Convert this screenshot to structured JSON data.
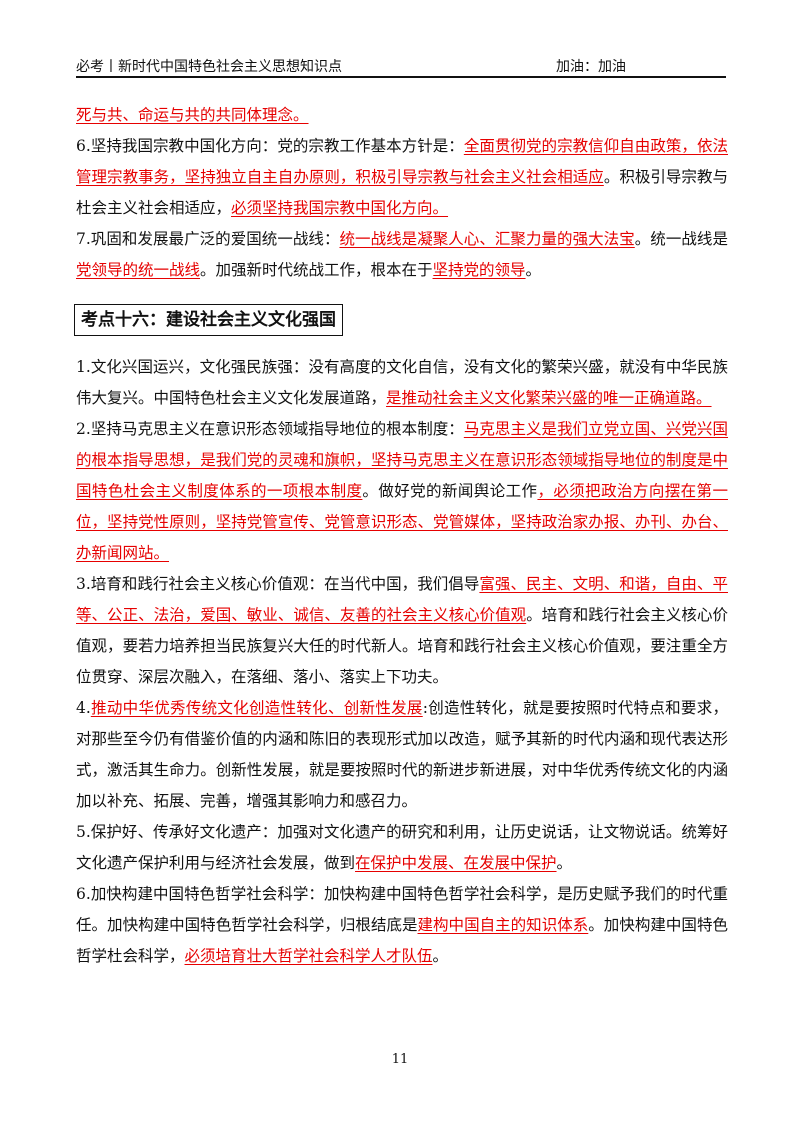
{
  "header": {
    "left": "必考丨新时代中国特色社会主义思想知识点",
    "right": "加油：加油"
  },
  "p0": {
    "h1": "死与共、命运与共的共同体理念。"
  },
  "p6": {
    "t1": "6.坚持我国宗教中国化方向：党的宗教工作基本方针是：",
    "h1": "全面贯彻党的宗教信仰自由政策，依法管理宗教事务，坚持独立自主自办原则，积极引导宗教与社会主义社会相适应",
    "t2": "。积极引导宗教与杜会主义社会相适应，",
    "h2": "必须坚持我国宗教中国化方向。"
  },
  "p7": {
    "t1": "7.巩固和发展最广泛的爱国统一战线：",
    "h1": "统一战线是凝聚人心、汇聚力量的强大法宝",
    "t2": "。统一战线是",
    "h2": "党领导的统一战线",
    "t3": "。加强新时代统战工作，根本在于",
    "h3": "坚持党的领导",
    "t4": "。"
  },
  "section": {
    "title": "考点十六：建设社会主义文化强国"
  },
  "s1": {
    "t1": "1.文化兴国运兴，文化强民族强：没有高度的文化自信，没有文化的繁荣兴盛，就没有中华民族伟大复兴。中国特色杜会主义文化发展道路，",
    "h1": "是推动社会主义文化繁荣兴盛的唯一正确道路。"
  },
  "s2": {
    "t1": "2.坚持马克思主义在意识形态领域指导地位的根本制度：",
    "h1": "马克思主义是我们立党立国、兴党兴国的根本指导思想，是我们党的灵魂和旗帜，坚持马克思主义在意识形态领域指导地位的制度是中国特色杜会主义制度体系的一项根本制度",
    "t2": "。做好党的新闻舆论工作",
    "h2": "，必须把政治方向摆在第一位，坚持党性原则，坚持党管宣传、党管意识形态、党管媒体，坚持政治家办报、办刊、办台、办新闻网站。"
  },
  "s3": {
    "t1": "3.培育和践行社会主义核心价值观：在当代中国，我们倡导",
    "h1": "富强、民主、文明、和谐，自由、平等、公正、法治，爱国、敏业、诚信、友善的社会主义核心价值观",
    "t2": "。培育和践行社会主义核心价值观，要若力培养担当民族复兴大任的时代新人。培育和践行社会主义核心价值观，要注重全方位贯穿、深层次融入，在落细、落小、落实上下功夫。"
  },
  "s4": {
    "t1": "4.",
    "h1": "推动中华优秀传统文化创造性转化、创新性发展",
    "t2": ":创造性转化，就是要按照时代特点和要求，对那些至今仍有借鉴价值的内涵和陈旧的表现形式加以改造，赋予其新的时代内涵和现代表达形式，激活其生命力。创新性发展，就是要按照时代的新进步新进展，对中华优秀传统文化的内涵加以补充、拓展、完善，增强其影响力和感召力。"
  },
  "s5": {
    "t1": "5.保护好、传承好文化遗产：加强对文化遗产的研究和利用，让历史说话，让文物说话。统筹好文化遗产保护利用与经济社会发展，做到",
    "h1": "在保护中发展、在发展中保护",
    "t2": "。"
  },
  "s6": {
    "t1": "6.加快构建中国特色哲学社会科学：加快构建中国特色哲学社会科学，是历史赋予我们的时代重任。加快构建中国特色哲学社会科学，归根结底是",
    "h1": "建构中国自主的知识体系",
    "t2": "。加快构建中国特色哲学杜会科学，",
    "h2": "必须培育壮大哲学社会科学人才队伍",
    "t3": "。"
  },
  "footer": {
    "page_number": "11"
  },
  "colors": {
    "highlight": "#e60000",
    "text": "#111111"
  }
}
